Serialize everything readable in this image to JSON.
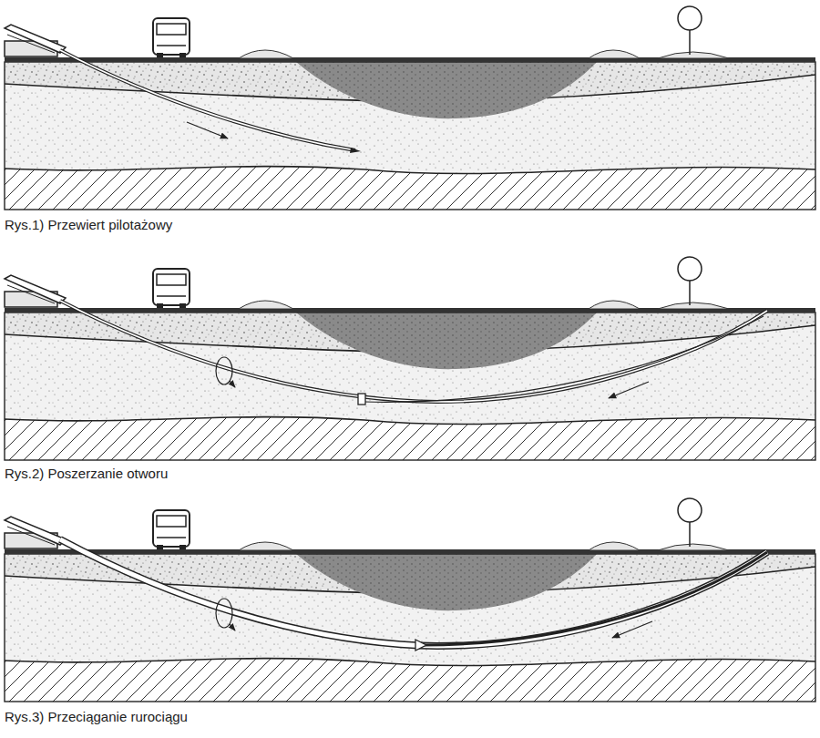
{
  "diagram": {
    "labels": [
      "Rys.1) Przewiert pilotażowy",
      "Rys.2) Poszerzanie otworu",
      "Rys.3) Przeciąganie rurociągu"
    ]
  }
}
